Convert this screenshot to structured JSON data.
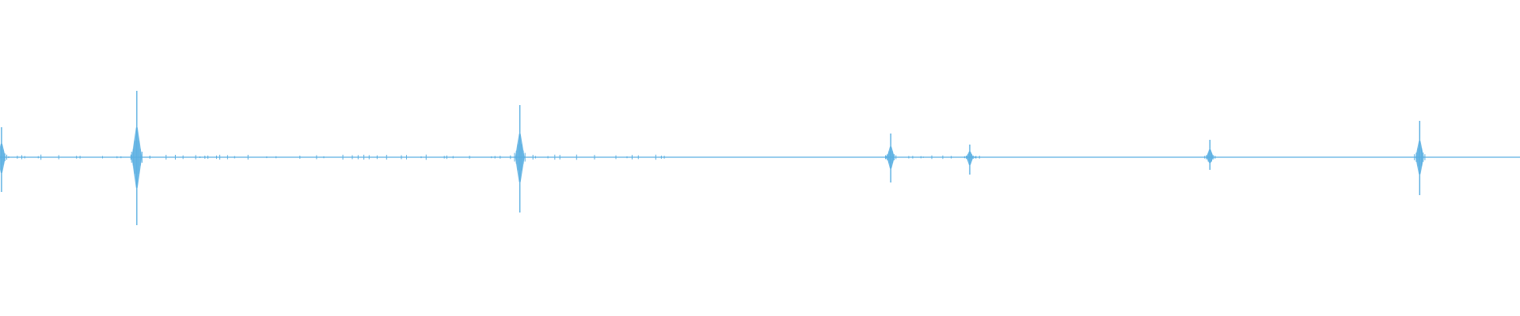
{
  "colors": {
    "background": "#ffffff",
    "waveform": "#5aafe2"
  },
  "chart_data": {
    "type": "line",
    "title": "",
    "xlabel": "",
    "ylabel": "",
    "xlim": [
      0,
      1
    ],
    "ylim": [
      -1,
      1
    ],
    "grid": false,
    "legend": "none",
    "axes_visible": false,
    "series": [
      {
        "name": "",
        "color": "#5aafe2",
        "baseline": 0,
        "peaks": [
          {
            "x": 0.001,
            "up": 0.19,
            "down": 0.22
          },
          {
            "x": 0.09,
            "up": 0.42,
            "down": 0.43
          },
          {
            "x": 0.342,
            "up": 0.33,
            "down": 0.35
          },
          {
            "x": 0.586,
            "up": 0.15,
            "down": 0.16
          },
          {
            "x": 0.638,
            "up": 0.08,
            "down": 0.11
          },
          {
            "x": 0.796,
            "up": 0.11,
            "down": 0.08
          },
          {
            "x": 0.934,
            "up": 0.23,
            "down": 0.24
          }
        ],
        "noise_bands": [
          {
            "from": 0.0,
            "to": 0.44,
            "level": 0.012
          },
          {
            "from": 0.58,
            "to": 0.65,
            "level": 0.008
          }
        ]
      }
    ]
  }
}
